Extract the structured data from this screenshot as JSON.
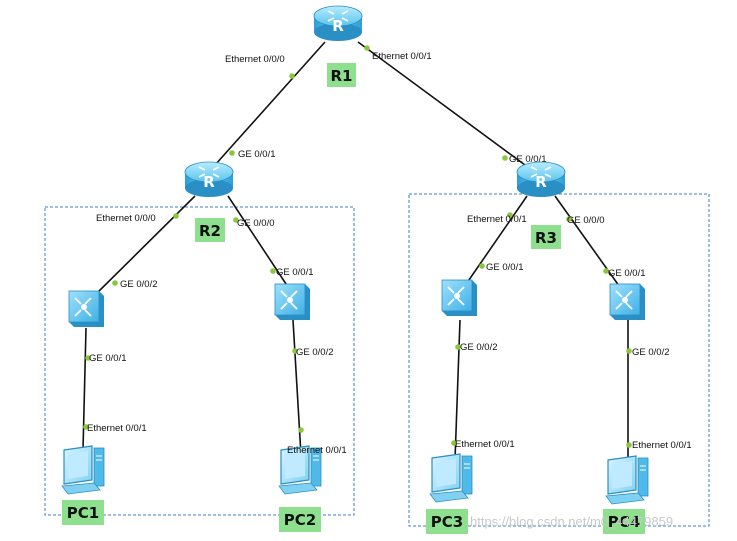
{
  "diagram": {
    "devices": {
      "r1": {
        "name": "R1"
      },
      "r2": {
        "name": "R2"
      },
      "r3": {
        "name": "R3"
      },
      "pc1": {
        "name": "PC1"
      },
      "pc2": {
        "name": "PC2"
      },
      "pc3": {
        "name": "PC3"
      },
      "pc4": {
        "name": "PC4"
      }
    },
    "ports": {
      "r1_e000": "Ethernet 0/0/0",
      "r1_e001": "Ethernet 0/0/1",
      "r2_ge001": "GE 0/0/1",
      "r2_e000": "Ethernet 0/0/0",
      "r2_ge000": "GE 0/0/0",
      "r3_ge001": "GE 0/0/1",
      "r3_e001": "Ethernet 0/0/1",
      "r3_ge000": "GE 0/0/0",
      "sw1_ge002": "GE 0/0/2",
      "sw1_ge001": "GE 0/0/1",
      "sw2_ge001": "GE 0/0/1",
      "sw2_ge002": "GE 0/0/2",
      "sw3_ge001": "GE 0/0/1",
      "sw3_ge002": "GE 0/0/2",
      "sw4_ge001": "GE 0/0/1",
      "sw4_ge002": "GE 0/0/2",
      "pc1_e001": "Ethernet 0/0/1",
      "pc2_e001": "Ethernet 0/0/1",
      "pc3_e001": "Ethernet 0/0/1",
      "pc4_e001": "Ethernet 0/0/1"
    },
    "watermark": "https://blog.csdn.net/m0_44479859"
  },
  "colors": {
    "link": "#111111",
    "port_dot": "#8cc63f",
    "name_bg": "#8ee08e",
    "vlan_box": "#3b7fc4",
    "device_blue": "#5cc4ee",
    "device_dark": "#2a8fc4"
  }
}
